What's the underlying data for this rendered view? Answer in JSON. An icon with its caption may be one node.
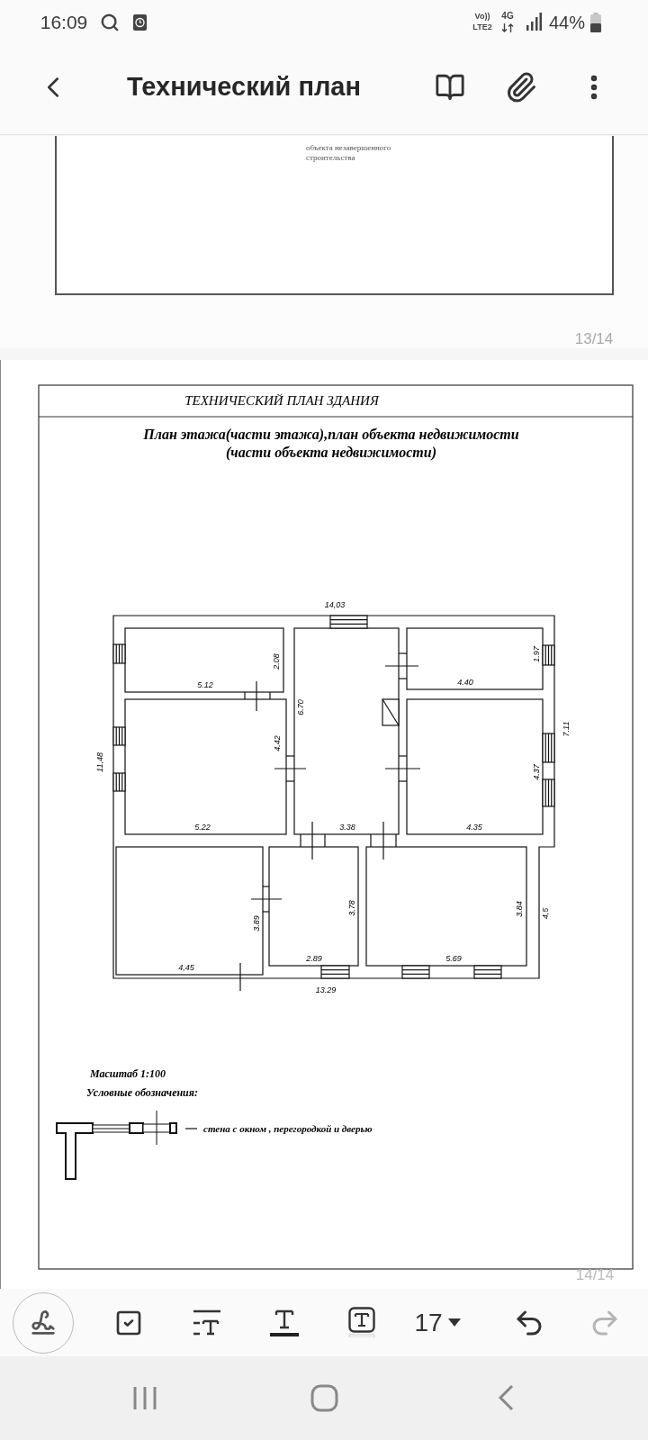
{
  "diagram": {
    "title": "ТЕХНИЧЕСКИЙ ПЛАН ЗДАНИЯ",
    "labels": [
      "16:09",
      "Vo))",
      "LTE2",
      "4G",
      "44%",
      "Технический план",
      "объекта незавершенного строительства",
      "13/14",
      "План этажа(части этажа),план объекта недвижимости (части объекта недвижимости)",
      "14,03",
      "2.08",
      "1.97",
      "5.12",
      "4.40",
      "6.70",
      "7.11",
      "11,48",
      "4.42",
      "4.37",
      "5.22",
      "3.38",
      "4.35",
      "3.89",
      "3.78",
      "3.84",
      "4,5",
      "4,45",
      "2.89",
      "5.69",
      "13.29",
      "Масштаб 1:100",
      "Условные обозначения:",
      "14/14",
      "17"
    ],
    "legend": [
      {
        "text": "стена с окном , перегородкой и дверью"
      }
    ]
  }
}
